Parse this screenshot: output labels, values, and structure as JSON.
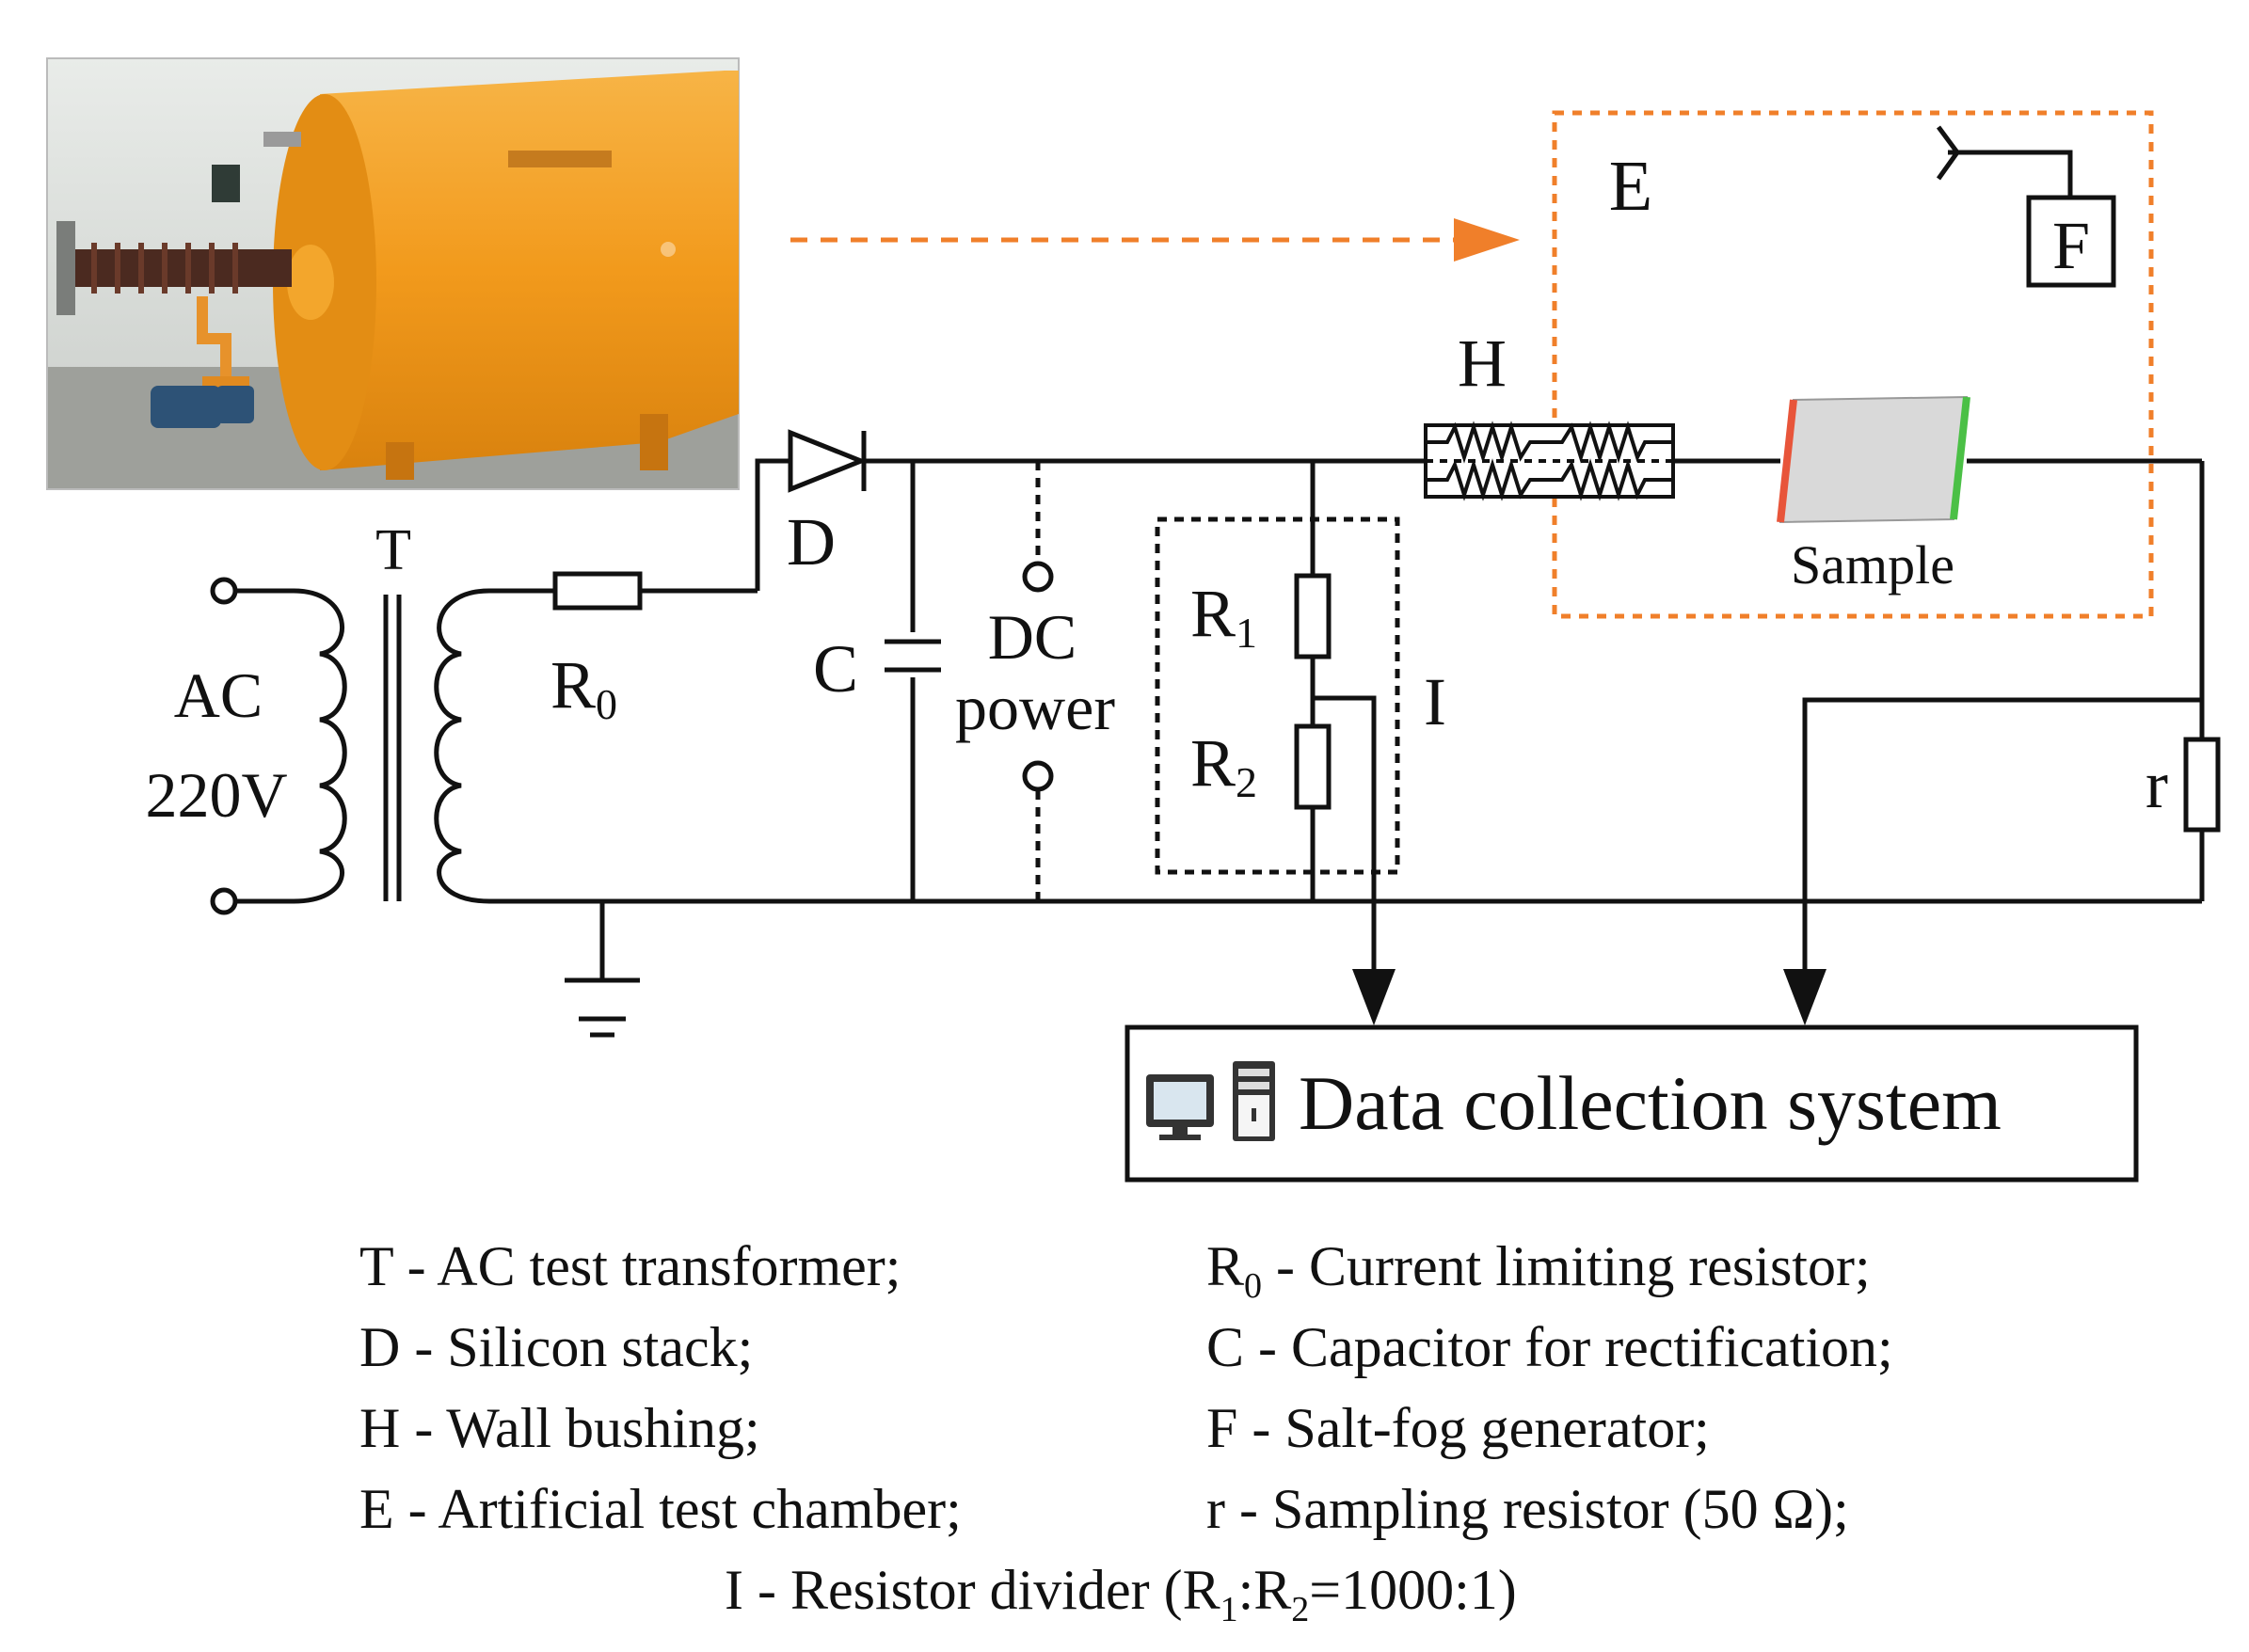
{
  "labels": {
    "T": "T",
    "AC": "AC",
    "V220": "220V",
    "R0_main": "R",
    "R0_sub": "0",
    "D": "D",
    "C": "C",
    "DC": "DC",
    "power": "power",
    "R1_main": "R",
    "R1_sub": "1",
    "R2_main": "R",
    "R2_sub": "2",
    "I": "I",
    "H": "H",
    "E": "E",
    "F": "F",
    "sample": "Sample",
    "r": "r"
  },
  "data_collection": "Data collection system",
  "legend": {
    "T": "T - AC test transformer;",
    "D": "D - Silicon stack;",
    "H": "H - Wall bushing;",
    "E": "E - Artificial test chamber;",
    "R0_pre": "R",
    "R0_sub": "0",
    "R0_post": " - Current limiting resistor;",
    "C": "C - Capacitor for rectification;",
    "F": "F - Salt-fog generator;",
    "r": "r - Sampling resistor (50 Ω);",
    "I_pre": "I - Resistor divider (R",
    "I_sub1": "1",
    "I_mid": ":R",
    "I_sub2": "2",
    "I_post": "=1000:1)"
  },
  "colors": {
    "wire": "#111111",
    "chamber_dash": "#f07f2a",
    "arrow_orange": "#f07f2a",
    "tank": "#f2a123",
    "sample_fill": "#d9d9d9",
    "sample_left": "#e8553a",
    "sample_right": "#4bc046"
  },
  "icons": [
    "computer-icon",
    "ground-icon",
    "diode-icon",
    "capacitor-icon",
    "resistor-icon",
    "transformer-icon"
  ]
}
